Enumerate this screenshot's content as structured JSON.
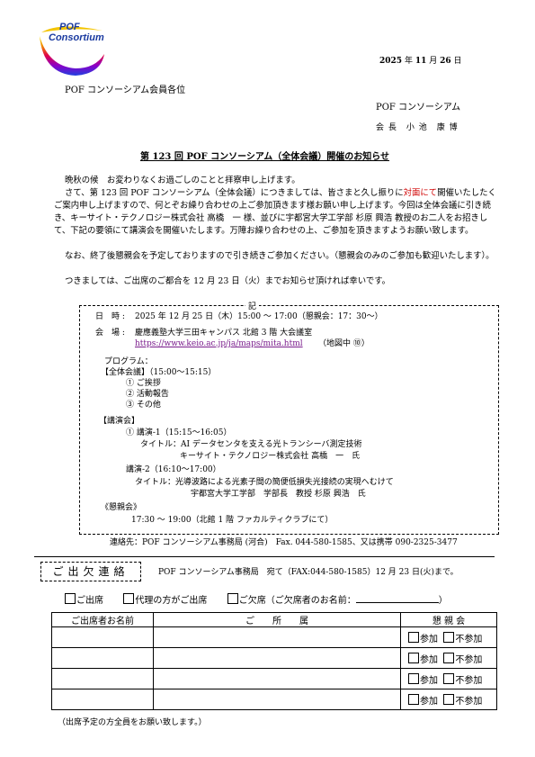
{
  "logo": {
    "line1": "POF",
    "line2": "Consortium"
  },
  "date": {
    "year": "2025",
    "y_unit": "年",
    "month": "11",
    "m_unit": "月",
    "day": "26",
    "d_unit": "日"
  },
  "recipient": "POF コンソーシアム会員各位",
  "sender": {
    "org": "POF コンソーシアム",
    "title": "会 長　小 池　康 博"
  },
  "heading": "第 123 回 POF コンソーシアム（全体会議）開催のお知らせ",
  "body": {
    "p1": "晩秋の候　お変わりなくお過ごしのことと拝察申し上げます。",
    "p2_a": "さて、第 123 回 POF コンソーシアム（全体会議）につきましては、皆さまと久し振りに",
    "p2_red": "対面にて",
    "p2_b": "開催いたしたくご案内申し上げますので、何とぞお繰り合わせの上ご参加頂きます様お願い申し上げます。今回は全体会議に引き続き、キーサイト・テクノロジー株式会社 高橋　一 様、並びに宇都宮大学工学部 杉原 興浩 教授のお二人をお招きして、下記の要領にて講演会を開催いたします。万障お繰り合わせの上、ご参加を頂きますようお願い致します。",
    "p3": "なお、終了後懇親会を予定しておりますので引き続きご参加ください。（懇親会のみのご参加も歓迎いたします）。",
    "p4": "つきましては、ご出席のご都合を 12 月 23 日（火）までお知らせ頂ければ幸いです。"
  },
  "memo": {
    "ki": "記",
    "datetime_label": "日　時 :",
    "datetime_value": "2025 年 12 月 25 日（木）15:00 ～ 17:00（懇親会：17：30～）",
    "venue_label": "会　場 :",
    "venue_value": "慶應義塾大学三田キャンパス 北館 3 階 大会議室",
    "venue_url": "https://www.keio.ac.jp/ja/maps/mita.html",
    "venue_map_note": "（地図中 ⑩）",
    "program_label": "プログラム：",
    "general_meeting": "【全体会議】（15:00～15:15）",
    "agenda": [
      "① ご挨拶",
      "② 活動報告",
      "③ その他"
    ],
    "lecture_header": "【講演会】",
    "lecture1": "① 講演-1（15:15～16:05）",
    "lecture1_title": "タイトル：AI データセンタを支える光トランシーバ測定技術",
    "lecture1_speaker": "キーサイト・テクノロジー株式会社 高橋　一　氏",
    "lecture2": "講演-2（16:10～17:00）",
    "lecture2_title": "タイトル：光導波路による光素子間の簡便低損失光接続の実現へむけて",
    "lecture2_speaker": "宇都宮大学工学部　学部長　教授 杉原 興浩　氏",
    "social_header": "《懇親会》",
    "social_value": "17:30 ～ 19:00（北館 1 階 ファカルティクラブにて）"
  },
  "contact": "連絡先：POF コンソーシアム事務局 (河合)　Fax. 044-580-1585、又は携帯 090-2325-3477",
  "reply": {
    "box_label": "ご出欠連絡",
    "to_text": "POF コンソーシアム事務局　宛て（FAX:044-580-1585）12 月 23 日(火)まで。",
    "opt_attend": "ご出席",
    "opt_proxy": "代理の方がご出席",
    "opt_absent": "ご欠席（ご欠席者のお名前：",
    "opt_close": "）",
    "col_name": "ご出席者お名前",
    "col_affil": "ご　　所　　属",
    "col_social": "懇 親 会",
    "join": "参加",
    "nojoin": "不参加",
    "note": "（出席予定の方全員をお願い致します。）"
  }
}
